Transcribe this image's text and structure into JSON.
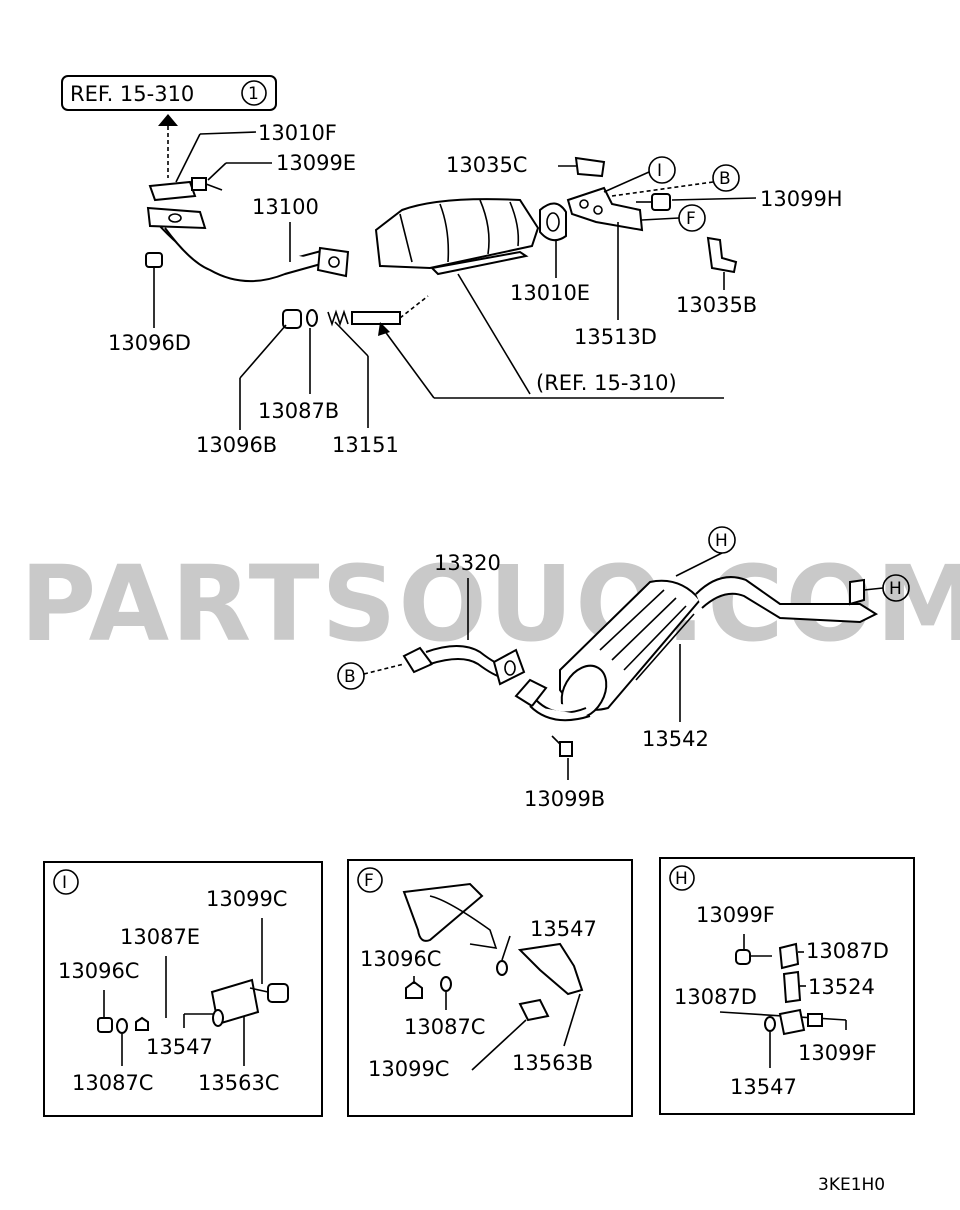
{
  "ref_top": "REF. 15-310",
  "ref_top_circle": "1",
  "ref_mid": "(REF. 15-310)",
  "watermark": "PARTSOUQ.COM",
  "diagram_code": "3KE1H0",
  "parts": {
    "p13010F": "13010F",
    "p13099E": "13099E",
    "p13100": "13100",
    "p13096D": "13096D",
    "p13087B": "13087B",
    "p13096B": "13096B",
    "p13151": "13151",
    "p13035C": "13035C",
    "p13010E": "13010E",
    "p13513D": "13513D",
    "p13099H": "13099H",
    "p13035B": "13035B",
    "p13320": "13320",
    "p13542": "13542",
    "p13099B": "13099B"
  },
  "callouts": {
    "I": "I",
    "B": "B",
    "F": "F",
    "H": "H"
  },
  "detail_I": {
    "letter": "I",
    "p13099C": "13099C",
    "p13087E": "13087E",
    "p13096C": "13096C",
    "p13547": "13547",
    "p13087C": "13087C",
    "p13563C": "13563C"
  },
  "detail_F": {
    "letter": "F",
    "p13547": "13547",
    "p13096C": "13096C",
    "p13087C": "13087C",
    "p13099C": "13099C",
    "p13563B": "13563B"
  },
  "detail_H": {
    "letter": "H",
    "p13099F_top": "13099F",
    "p13087D_top": "13087D",
    "p13524": "13524",
    "p13087D": "13087D",
    "p13099F": "13099F",
    "p13547": "13547"
  }
}
